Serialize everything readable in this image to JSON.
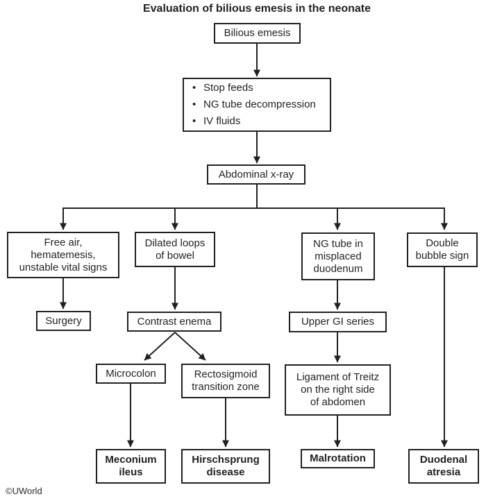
{
  "title": "Evaluation of bilious emesis in the neonate",
  "watermark": "©UWorld",
  "colors": {
    "line": "#231f20",
    "text": "#231f20",
    "background": "#ffffff"
  },
  "nodes": {
    "bilious_emesis": {
      "label": "Bilious emesis"
    },
    "initial_management": {
      "items": [
        "Stop feeds",
        "NG tube decompression",
        "IV fluids"
      ],
      "bullet": "•"
    },
    "abdominal_xray": {
      "label": "Abdominal x-ray"
    },
    "free_air": {
      "label": "Free air,\nhematemesis,\nunstable vital signs"
    },
    "dilated_loops": {
      "label": "Dilated loops\nof bowel"
    },
    "ng_tube_misplaced": {
      "label": "NG tube in\nmisplaced\nduodenum"
    },
    "double_bubble": {
      "label": "Double\nbubble sign"
    },
    "surgery": {
      "label": "Surgery"
    },
    "contrast_enema": {
      "label": "Contrast enema"
    },
    "upper_gi_series": {
      "label": "Upper GI series"
    },
    "microcolon": {
      "label": "Microcolon"
    },
    "rectosigmoid": {
      "label": "Rectosigmoid\ntransition zone"
    },
    "ligament_treitz": {
      "label": "Ligament of Treitz\non the right side\nof abdomen"
    },
    "meconium_ileus": {
      "label": "Meconium\nileus"
    },
    "hirschsprung": {
      "label": "Hirschsprung\ndisease"
    },
    "malrotation": {
      "label": "Malrotation"
    },
    "duodenal_atresia": {
      "label": "Duodenal\natresia"
    }
  }
}
